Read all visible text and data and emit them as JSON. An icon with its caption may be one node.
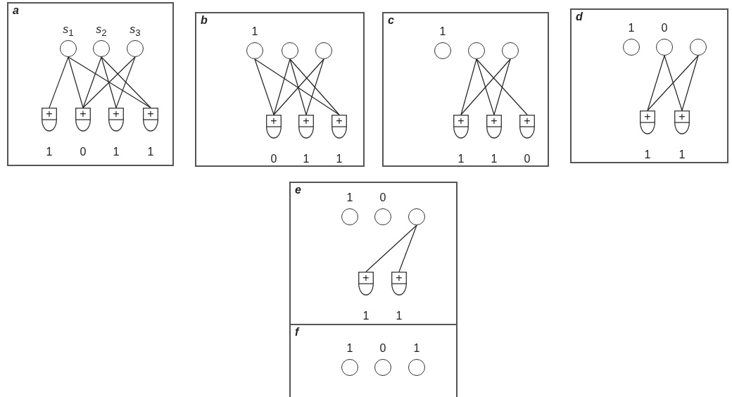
{
  "diagram": {
    "nodes": [
      {
        "text": [
          "a"
        ]
      },
      {
        "text": [],
        "shape": "circle",
        "in": 0,
        "beside": [
          "*s*$_{1}$"
        ]
      },
      {
        "text": [],
        "shape": "circle",
        "in": 0,
        "beside": [
          "*s*$_{2}$"
        ]
      },
      {
        "text": [],
        "shape": "circle",
        "in": 0,
        "beside": [
          "*s*$_{3}$"
        ]
      },
      {
        "text": [
          "+"
        ],
        "in": 0,
        "beside": [
          "1"
        ]
      },
      {
        "text": [
          "+"
        ],
        "in": 0,
        "beside": [
          "0"
        ]
      },
      {
        "text": [
          "+"
        ],
        "in": 0,
        "beside": [
          "1"
        ]
      },
      {
        "text": [
          "+"
        ],
        "in": 0,
        "beside": [
          "1"
        ]
      },
      {
        "text": [
          "b"
        ]
      },
      {
        "text": [],
        "shape": "circle",
        "in": 8,
        "beside": [
          "1"
        ]
      },
      {
        "text": [],
        "shape": "circle",
        "in": 8
      },
      {
        "text": [],
        "shape": "circle",
        "in": 8
      },
      {
        "text": [
          "+"
        ],
        "in": 8,
        "beside": [
          "0"
        ]
      },
      {
        "text": [
          "+"
        ],
        "in": 8,
        "beside": [
          "1"
        ]
      },
      {
        "text": [
          "+"
        ],
        "in": 8,
        "beside": [
          "1"
        ]
      },
      {
        "text": [
          "c"
        ]
      },
      {
        "text": [],
        "shape": "circle",
        "in": 15,
        "beside": [
          "1"
        ]
      },
      {
        "text": [],
        "shape": "circle",
        "in": 15
      },
      {
        "text": [],
        "shape": "circle",
        "in": 15
      },
      {
        "text": [
          "+"
        ],
        "in": 15,
        "beside": [
          "1"
        ]
      },
      {
        "text": [
          "+"
        ],
        "in": 15,
        "beside": [
          "1"
        ]
      },
      {
        "text": [
          "+"
        ],
        "in": 15,
        "beside": [
          "0"
        ]
      },
      {
        "text": [
          "d"
        ]
      },
      {
        "text": [],
        "shape": "circle",
        "in": 22,
        "beside": [
          "1"
        ]
      },
      {
        "text": [],
        "shape": "circle",
        "in": 22,
        "beside": [
          "0"
        ]
      },
      {
        "text": [],
        "shape": "circle",
        "in": 22
      },
      {
        "text": [
          "+"
        ],
        "in": 22,
        "beside": [
          "1"
        ]
      },
      {
        "text": [
          "+"
        ],
        "in": 22,
        "beside": [
          "1"
        ]
      },
      {
        "text": [
          "e"
        ]
      },
      {
        "text": [],
        "shape": "circle",
        "in": 28,
        "beside": [
          "1"
        ]
      },
      {
        "text": [],
        "shape": "circle",
        "in": 28,
        "beside": [
          "0"
        ]
      },
      {
        "text": [],
        "shape": "circle",
        "in": 28
      },
      {
        "text": [
          "+"
        ],
        "in": 28,
        "beside": [
          "1"
        ]
      },
      {
        "text": [
          "+"
        ],
        "in": 28,
        "beside": [
          "1"
        ]
      },
      {
        "text": [
          "f"
        ]
      },
      {
        "text": [],
        "shape": "circle",
        "in": 34,
        "beside": [
          "1"
        ]
      },
      {
        "text": [],
        "shape": "circle",
        "in": 34,
        "beside": [
          "0"
        ]
      },
      {
        "text": [],
        "shape": "circle",
        "in": 34,
        "beside": [
          "1"
        ]
      }
    ],
    "edges": [
      {
        "from": 1,
        "to": 4,
        "arrow": "none"
      },
      {
        "from": 1,
        "to": 5,
        "arrow": "none"
      },
      {
        "from": 1,
        "to": 7,
        "arrow": "none"
      },
      {
        "from": 2,
        "to": 5,
        "arrow": "none"
      },
      {
        "from": 2,
        "to": 6,
        "arrow": "none"
      },
      {
        "from": 2,
        "to": 7,
        "arrow": "none"
      },
      {
        "from": 3,
        "to": 5,
        "arrow": "none"
      },
      {
        "from": 3,
        "to": 6,
        "arrow": "none"
      },
      {
        "from": 9,
        "to": 12,
        "arrow": "none"
      },
      {
        "from": 9,
        "to": 14,
        "arrow": "none"
      },
      {
        "from": 10,
        "to": 12,
        "arrow": "none"
      },
      {
        "from": 10,
        "to": 13,
        "arrow": "none"
      },
      {
        "from": 10,
        "to": 14,
        "arrow": "none"
      },
      {
        "from": 11,
        "to": 12,
        "arrow": "none"
      },
      {
        "from": 11,
        "to": 13,
        "arrow": "none"
      },
      {
        "from": 17,
        "to": 19,
        "arrow": "none"
      },
      {
        "from": 17,
        "to": 20,
        "arrow": "none"
      },
      {
        "from": 17,
        "to": 21,
        "arrow": "none"
      },
      {
        "from": 18,
        "to": 19,
        "arrow": "none"
      },
      {
        "from": 18,
        "to": 20,
        "arrow": "none"
      },
      {
        "from": 24,
        "to": 26,
        "arrow": "none"
      },
      {
        "from": 24,
        "to": 27,
        "arrow": "none"
      },
      {
        "from": 25,
        "to": 26,
        "arrow": "none"
      },
      {
        "from": 25,
        "to": 27,
        "arrow": "none"
      },
      {
        "from": 31,
        "to": 32,
        "arrow": "none"
      },
      {
        "from": 31,
        "to": 33,
        "arrow": "none"
      }
    ]
  }
}
